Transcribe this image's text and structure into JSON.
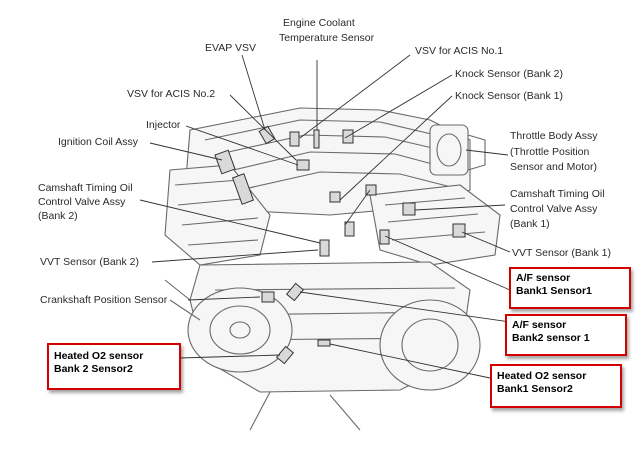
{
  "labels": {
    "evap_vsv": "EVAP VSV",
    "ect_sensor_1": "Engine Coolant",
    "ect_sensor_2": "Temperature Sensor",
    "vsv_acis1": "VSV for ACIS No.1",
    "knock_bank2": "Knock Sensor (Bank 2)",
    "knock_bank1": "Knock Sensor (Bank 1)",
    "vsv_acis2": "VSV for ACIS No.2",
    "injector": "Injector",
    "ignition_coil": "Ignition Coil Assy",
    "throttle_1": "Throttle Body Assy",
    "throttle_2": "(Throttle Position",
    "throttle_3": "Sensor and Motor)",
    "cam_ocv_b2_1": "Camshaft Timing Oil",
    "cam_ocv_b2_2": "Control Valve Assy",
    "cam_ocv_b2_3": "(Bank 2)",
    "cam_ocv_b1_1": "Camshaft Timing Oil",
    "cam_ocv_b1_2": "Control Valve Assy",
    "cam_ocv_b1_3": "(Bank 1)",
    "vvt_bank2": "VVT Sensor (Bank 2)",
    "vvt_bank1": "VVT Sensor (Bank 1)",
    "crank_sensor": "Crankshaft Position Sensor"
  },
  "boxes": {
    "af_b1s1_1": "A/F sensor",
    "af_b1s1_2": "Bank1 Sensor1",
    "af_b2s1_1": "A/F sensor",
    "af_b2s1_2": "Bank2 sensor 1",
    "ho2_b2s2_1": "Heated O2 sensor",
    "ho2_b2s2_2": "Bank 2 Sensor2",
    "ho2_b1s2_1": "Heated O2 sensor",
    "ho2_b1s2_2": "Bank1 Sensor2"
  },
  "colors": {
    "highlight_border": "#d40000",
    "line": "#333333"
  }
}
